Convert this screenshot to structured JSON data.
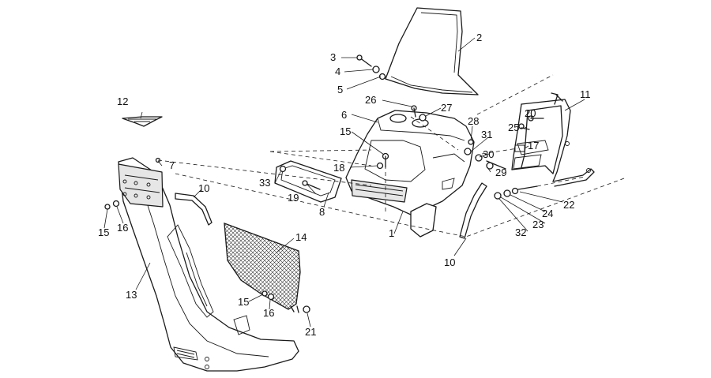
{
  "diagram": {
    "callouts": [
      {
        "id": "2",
        "text": "2"
      },
      {
        "id": "3",
        "text": "3"
      },
      {
        "id": "4",
        "text": "4"
      },
      {
        "id": "5",
        "text": "5"
      },
      {
        "id": "26",
        "text": "26"
      },
      {
        "id": "27",
        "text": "27"
      },
      {
        "id": "6",
        "text": "6"
      },
      {
        "id": "15a",
        "text": "15"
      },
      {
        "id": "12",
        "text": "12"
      },
      {
        "id": "7",
        "text": "7"
      },
      {
        "id": "10a",
        "text": "10"
      },
      {
        "id": "33",
        "text": "33"
      },
      {
        "id": "18",
        "text": "18"
      },
      {
        "id": "19",
        "text": "19"
      },
      {
        "id": "8",
        "text": "8"
      },
      {
        "id": "28",
        "text": "28"
      },
      {
        "id": "31",
        "text": "31"
      },
      {
        "id": "30",
        "text": "30"
      },
      {
        "id": "29",
        "text": "29"
      },
      {
        "id": "11",
        "text": "11"
      },
      {
        "id": "20",
        "text": "20"
      },
      {
        "id": "25",
        "text": "25"
      },
      {
        "id": "17",
        "text": "17"
      },
      {
        "id": "22",
        "text": "22"
      },
      {
        "id": "24",
        "text": "24"
      },
      {
        "id": "23",
        "text": "23"
      },
      {
        "id": "32",
        "text": "32"
      },
      {
        "id": "1",
        "text": "1"
      },
      {
        "id": "10b",
        "text": "10"
      },
      {
        "id": "14",
        "text": "14"
      },
      {
        "id": "15b",
        "text": "15"
      },
      {
        "id": "16a",
        "text": "16"
      },
      {
        "id": "13",
        "text": "13"
      },
      {
        "id": "15c",
        "text": "15"
      },
      {
        "id": "16b",
        "text": "16"
      },
      {
        "id": "21",
        "text": "21"
      }
    ]
  }
}
